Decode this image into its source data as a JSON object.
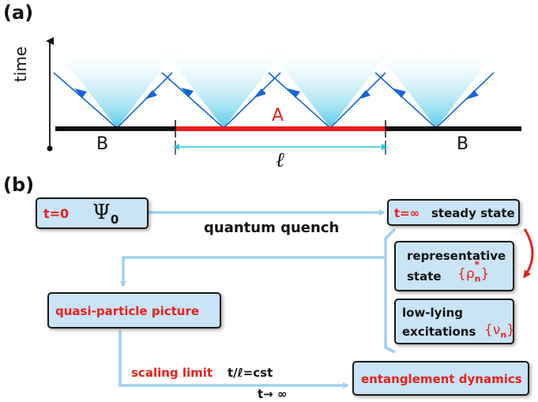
{
  "panel_a": {
    "label": "(a)",
    "time_axis_label": "time",
    "region_A": "A",
    "region_B_left": "B",
    "region_B_right": "B",
    "length_symbol": "ℓ",
    "colors": {
      "region_A": "#e8201a",
      "region_B": "#111111",
      "quasiparticle": "#1565d8",
      "light_cone": "#7fd6ee",
      "length_arrow": "#2ac8d8"
    }
  },
  "panel_b": {
    "label": "(b)",
    "initial": {
      "t_label": "t=0",
      "state": "Ψ",
      "state_sub": "0"
    },
    "quench_label": "quantum quench",
    "steady": {
      "t_label": "t=∞",
      "text": "steady state"
    },
    "representative": {
      "line1": "representative",
      "line2": "state",
      "symbol": "{ρ",
      "symbol_sub": "n",
      "symbol_sup": "*",
      "symbol_close": "}"
    },
    "excitations": {
      "line1": "low-lying",
      "line2": "excitations",
      "symbol": "{ν",
      "symbol_sub": "n",
      "symbol_close": "}"
    },
    "quasi_particle": "quasi-particle picture",
    "scaling_limit": "scaling limit",
    "scaling_expr": "t/ℓ=cst",
    "time_limit": "t→ ∞",
    "entanglement": "entanglement dynamics",
    "colors": {
      "box_fill": "#c9e4f6",
      "arrow": "#9fd0f2",
      "red_text": "#e8201a"
    }
  }
}
